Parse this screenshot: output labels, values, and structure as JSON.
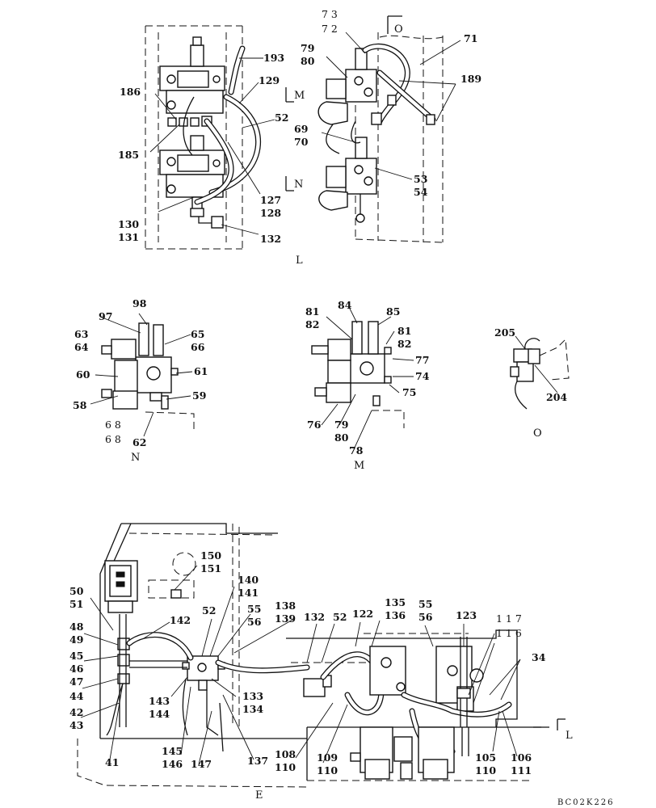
{
  "drawing": {
    "code": "BC02K226",
    "views": {
      "L": "L",
      "M": "M",
      "N": "N",
      "O": "O",
      "E": "E",
      "arrow_M": "M",
      "arrow_N": "N",
      "arrow_O": "O",
      "arrow_L": "L"
    }
  },
  "callouts": {
    "c193": "193",
    "c129": "129",
    "c186": "186",
    "c52a": "52",
    "c185": "185",
    "c127": "127",
    "c128": "128",
    "c130": "130",
    "c131": "131",
    "c132a": "132",
    "c73": "7 3",
    "c72": "7 2",
    "c79a": "79",
    "c80a": "80",
    "c71": "71",
    "c189": "189",
    "c69": "69",
    "c70": "70",
    "c53": "53",
    "c54": "54",
    "c97": "97",
    "c98": "98",
    "c63": "63",
    "c64": "64",
    "c65": "65",
    "c66": "66",
    "c60": "60",
    "c61": "61",
    "c58": "58",
    "c59": "59",
    "c68a": "6 8",
    "c68b": "6 8",
    "c62": "62",
    "c84": "84",
    "c85": "85",
    "c81a": "81",
    "c82a": "82",
    "c81b": "81",
    "c82b": "82",
    "c77": "77",
    "c74": "74",
    "c75": "75",
    "c76": "76",
    "c79b": "79",
    "c80b": "80",
    "c78": "78",
    "c205": "205",
    "c204": "204",
    "c150": "150",
    "c151": "151",
    "c50": "50",
    "c51": "51",
    "c140": "140",
    "c141": "141",
    "c52b": "52",
    "c55a": "55",
    "c56a": "56",
    "c138": "138",
    "c139": "139",
    "c132b": "132",
    "c52c": "52",
    "c122": "122",
    "c135": "135",
    "c136": "136",
    "c55b": "55",
    "c56b": "56",
    "c123": "123",
    "c117": "1 1 7",
    "c116": "1 1 6",
    "c142": "142",
    "c48": "48",
    "c49": "49",
    "c45": "45",
    "c46": "46",
    "c47": "47",
    "c44": "44",
    "c42": "42",
    "c43": "43",
    "c41": "41",
    "c143": "143",
    "c144": "144",
    "c133": "133",
    "c134": "134",
    "c145": "145",
    "c146": "146",
    "c147": "147",
    "c137": "137",
    "c108": "108",
    "c110a": "110",
    "c109": "109",
    "c110b": "110",
    "c34": "34",
    "c105": "105",
    "c110c": "110",
    "c106": "106",
    "c111": "111"
  }
}
